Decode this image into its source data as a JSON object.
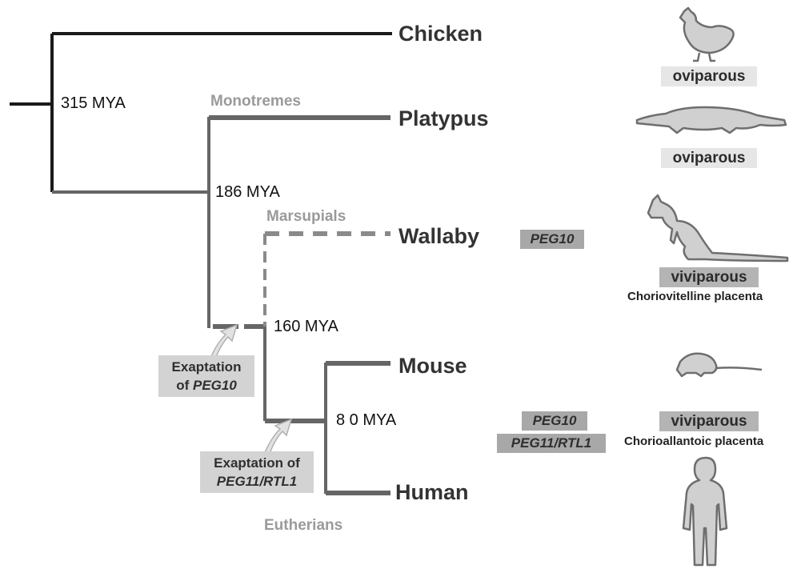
{
  "species": {
    "chicken": "Chicken",
    "platypus": "Platypus",
    "wallaby": "Wallaby",
    "mouse": "Mouse",
    "human": "Human"
  },
  "divergence": {
    "root": "315 MYA",
    "mammals": "186 MYA",
    "therians": "160 MYA",
    "eutherians": "8 0 MYA"
  },
  "groups": {
    "monotremes": "Monotremes",
    "marsupials": "Marsupials",
    "eutherians": "Eutherians"
  },
  "genes": {
    "wallaby": "PEG10",
    "eutherian_1": "PEG10",
    "eutherian_2": "PEG11/RTL1"
  },
  "exaptation": {
    "peg10_line1": "Exaptation",
    "peg10_line2_prefix": "of ",
    "peg10_gene": "PEG10",
    "peg11_line1": "Exaptation of",
    "peg11_gene": "PEG11/RTL1"
  },
  "reproduction": {
    "chicken": "oviparous",
    "platypus": "oviparous",
    "wallaby": "viviparous",
    "wallaby_placenta": "Choriovitelline placenta",
    "eutherian": "viviparous",
    "eutherian_placenta": "Chorioallantoic placenta"
  },
  "icons": [
    "chicken-icon",
    "platypus-icon",
    "wallaby-icon",
    "mouse-icon",
    "human-icon"
  ],
  "colors": {
    "outer_branch": "#1a1a1a",
    "mammal_branch": "#666666",
    "gene_box": "#a8a8a8",
    "exaptation_box": "#d3d3d3",
    "silhouette_fill": "#d0d0d0",
    "silhouette_stroke": "#6e6e6e"
  }
}
